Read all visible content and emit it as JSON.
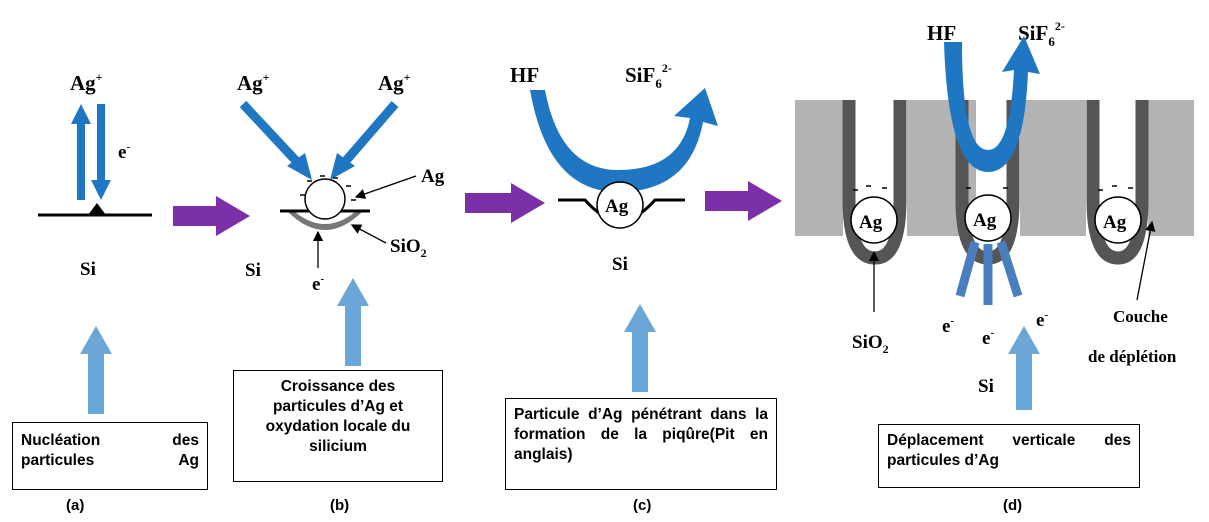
{
  "panels": {
    "a": {
      "caption": "(a)",
      "ion": "Ag",
      "ion_sup": "+",
      "electron": "e",
      "electron_sup": "-",
      "substrate": "Si",
      "description": "Nucléation des particules Ag"
    },
    "b": {
      "caption": "(b)",
      "ion_left": "Ag",
      "ion_left_sup": "+",
      "ion_right": "Ag",
      "ion_right_sup": "+",
      "particle": "Ag",
      "oxide": "SiO",
      "oxide_sub": "2",
      "substrate": "Si",
      "electron": "e",
      "electron_sup": "-",
      "description": "Croissance des particules d’Ag et oxydation locale du silicium"
    },
    "c": {
      "caption": "(c)",
      "reactant": "HF",
      "product": "SiF",
      "product_sub": "6",
      "product_sup": "2-",
      "particle": "Ag",
      "substrate": "Si",
      "description": "Particule d’Ag pénétrant dans la formation de la piqûre(Pit en anglais)"
    },
    "d": {
      "caption": "(d)",
      "reactant": "HF",
      "product": "SiF",
      "product_sub": "6",
      "product_sup": "2-",
      "particle_left": "Ag",
      "particle_mid": "Ag",
      "particle_right": "Ag",
      "oxide": "SiO",
      "oxide_sub": "2",
      "electron": "e",
      "electron_sup": "-",
      "substrate": "Si",
      "depletion_line1": "Couche",
      "depletion_line2": "de déplétion",
      "description": "Déplacement verticale des particules d’Ag"
    }
  },
  "colors": {
    "blue_arrow": "#1f77c4",
    "light_blue_arrow": "#6aa6d8",
    "purple_arrow": "#7b2fa8",
    "silicon_gray": "#b3b3b3",
    "oxide_dark": "#555555"
  }
}
